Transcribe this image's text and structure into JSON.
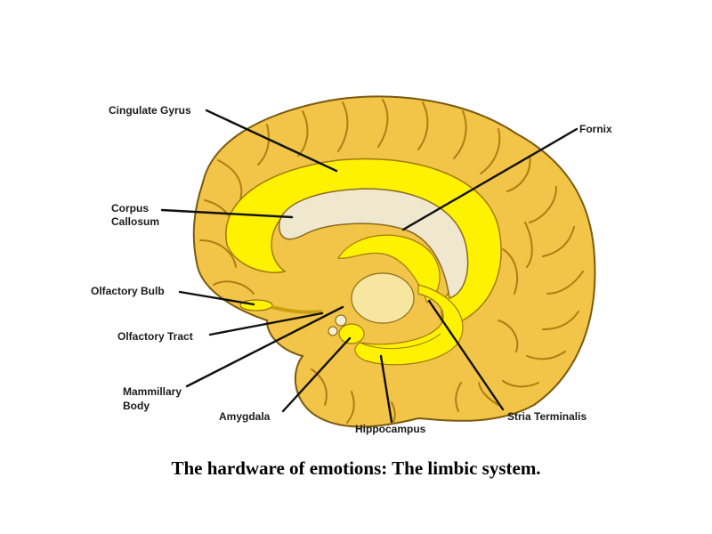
{
  "labels": {
    "cingulate_gyrus": "Cingulate Gyrus",
    "corpus_callosum_line1": "Corpus",
    "corpus_callosum_line2": "Callosum",
    "olfactory_bulb": "Olfactory Bulb",
    "olfactory_tract": "Olfactory Tract",
    "mammillary_body_line1": "Mammillary",
    "mammillary_body_line2": "Body",
    "amygdala": "Amygdala",
    "hippocampus": "Hippocampus",
    "stria_terminalis": "Stria Terminalis",
    "fornix": "Fornix"
  },
  "caption": "The hardware of emotions: The limbic system.",
  "colors": {
    "cortex": "#f2c447",
    "cortex_dark": "#c48f1a",
    "limbic": "#fff200",
    "callosum": "#efe8cf",
    "outline": "#7a5a10"
  }
}
